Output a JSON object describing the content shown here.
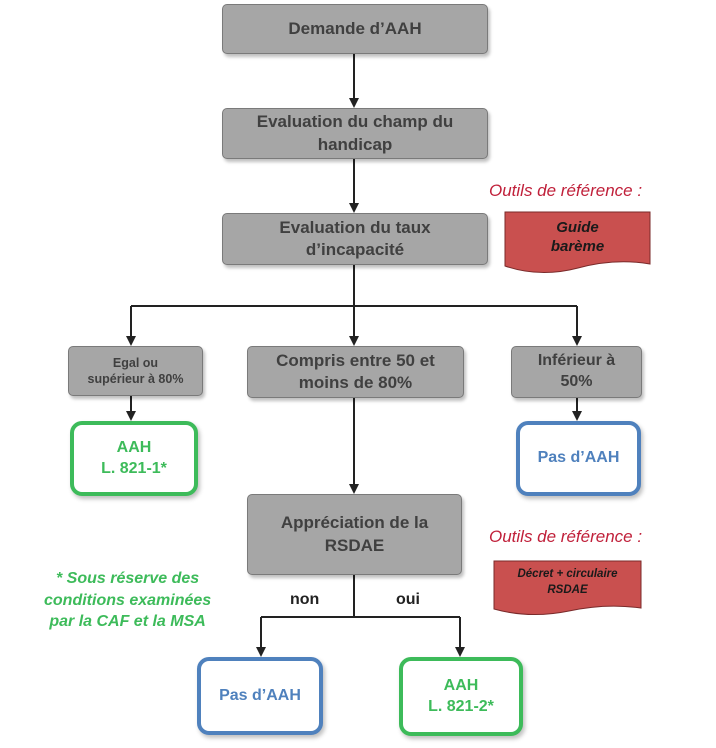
{
  "nodes": {
    "demande": "Demande d’AAH",
    "champ": "Evaluation du champ du\nhandicap",
    "taux": "Evaluation du taux\nd’incapacité",
    "egal": "Egal ou\nsupérieur à 80%",
    "compris": "Compris entre 50 et\nmoins de 80%",
    "inferieur": "Inférieur à\n50%",
    "aah1": "AAH\nL. 821-1*",
    "pas1": "Pas d’AAH",
    "rsdae": "Appréciation de la\nRSDAE",
    "pas2": "Pas d’AAH",
    "aah2": "AAH\nL. 821-2*"
  },
  "references": {
    "label_1": "Outils de référence :",
    "doc_1": "Guide\nbarème",
    "label_2": "Outils de référence :",
    "doc_2": "Décret + circulaire\nRSDAE"
  },
  "branches": {
    "non": "non",
    "oui": "oui"
  },
  "note": "* Sous réserve des\nconditions examinées\npar la CAF et la MSA",
  "colors": {
    "gray_box": "#a6a6a6",
    "green": "#3dbb5a",
    "blue": "#4f81bd",
    "red_doc": "#c9504f",
    "red_text": "#c0203a"
  }
}
